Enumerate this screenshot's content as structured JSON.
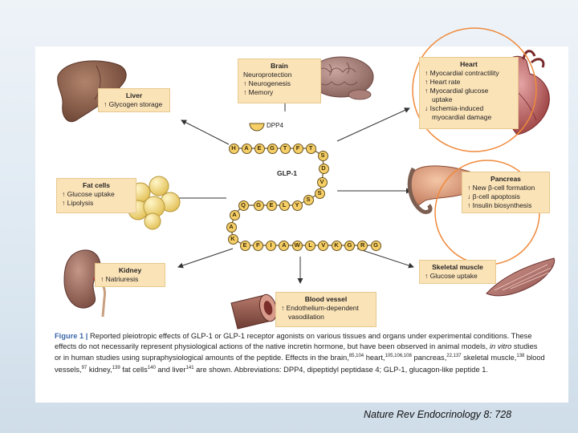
{
  "boxes": {
    "liver": {
      "title": "Liver",
      "lines": [
        "↑ Glycogen storage"
      ]
    },
    "brain": {
      "title": "Brain",
      "lines": [
        "Neuroprotection",
        "↑ Neurogenesis",
        "↑ Memory"
      ]
    },
    "heart": {
      "title": "Heart",
      "lines": [
        "↑ Myocardial contractility",
        "↑ Heart rate",
        "↑ Myocardial glucose",
        "uptake",
        "↓ Ischemia-induced",
        "myocardial damage"
      ]
    },
    "fat": {
      "title": "Fat cells",
      "lines": [
        "↑ Glucose uptake",
        "↑ Lipolysis"
      ]
    },
    "pancreas": {
      "title": "Pancreas",
      "lines": [
        "↑ New β-cell formation",
        "↓ β-cell apoptosis",
        "↑ Insulin biosynthesis"
      ]
    },
    "kidney": {
      "title": "Kidney",
      "lines": [
        "↑ Natriuresis"
      ]
    },
    "muscle": {
      "title": "Skeletal muscle",
      "lines": [
        "↑ Glucose uptake"
      ]
    },
    "vessel": {
      "title": "Blood vessel",
      "lines": [
        "↑ Endothelium-dependent",
        "vasodilation"
      ]
    }
  },
  "peptide": {
    "label": "GLP-1",
    "enzyme": "DPP4",
    "residues": [
      "H",
      "A",
      "E",
      "G",
      "T",
      "F",
      "T",
      "S",
      "D",
      "V",
      "S",
      "S",
      "Y",
      "L",
      "E",
      "G",
      "Q",
      "A",
      "A",
      "K",
      "E",
      "F",
      "I",
      "A",
      "W",
      "L",
      "V",
      "K",
      "G",
      "R",
      "G"
    ]
  },
  "caption": {
    "figure": "Figure 1 |",
    "p1": " Reported pleiotropic effects of GLP-1 or GLP-1 receptor agonists on various tissues and organs under experimental conditions. These effects do not necessarily represent physiological actions of the native incretin hormone, but have been observed in animal models, ",
    "italic": "in vitro",
    "p2": " studies or in human studies using supraphysiological amounts of the peptide. Effects in the brain,",
    "s1": "85,104",
    "p3": " heart,",
    "s2": "105,106,108",
    "p4": " pancreas,",
    "s3": "22,137",
    "p5": " skeletal muscle,",
    "s4": "138",
    "p6": " blood vessels,",
    "s5": "97",
    "p7": " kidney,",
    "s6": "139",
    "p8": " fat cells",
    "s7": "140",
    "p9": " and liver",
    "s8": "141",
    "p10": " are shown. Abbreviations: DPP4, dipeptidyl peptidase 4; GLP-1, glucagon-like peptide 1."
  },
  "citation": "Nature Rev Endocrinology 8: 728",
  "colors": {
    "box_fill": "#fbe3b8",
    "residue_fill": "#f6cf67",
    "highlight_circle": "#f08a3c",
    "caption_fig": "#3b66a8"
  }
}
